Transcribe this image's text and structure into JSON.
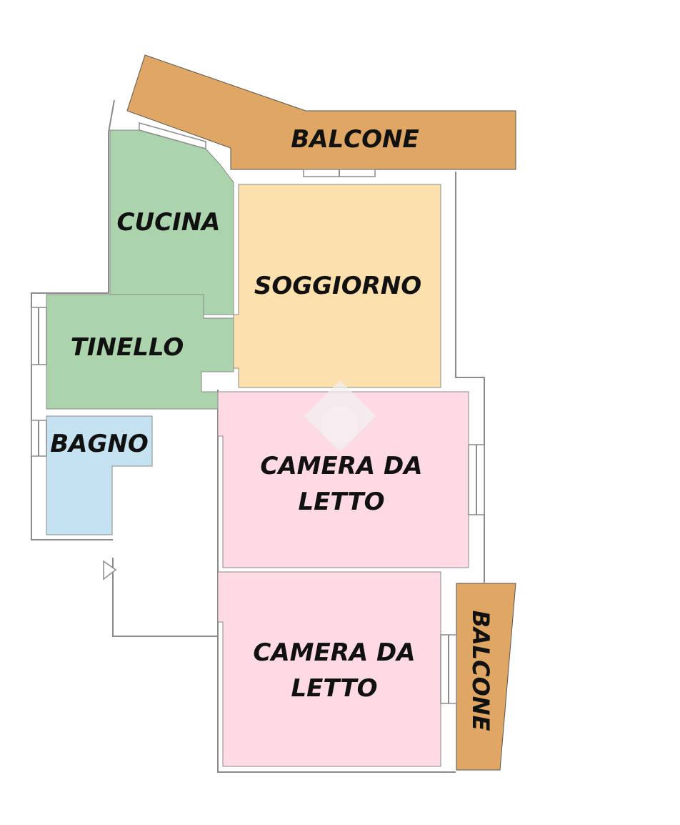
{
  "rooms": {
    "balcone_top": {
      "label": "BALCONE",
      "color": "#DFA763"
    },
    "cucina": {
      "label": "CUCINA",
      "color": "#ABD3AC"
    },
    "tinello": {
      "label": "TINELLO",
      "color": "#ABD3AC"
    },
    "soggiorno": {
      "label": "SOGGIORNO",
      "color": "#FCE1AE"
    },
    "bagno": {
      "label": "BAGNO",
      "color": "#C5E2F0"
    },
    "camera_1": {
      "label_line1": "CAMERA DA",
      "label_line2": "LETTO",
      "color": "#FDDAE4"
    },
    "camera_2": {
      "label_line1": "CAMERA DA",
      "label_line2": "LETTO",
      "color": "#FDDAE4"
    },
    "balcone_right": {
      "label": "BALCONE",
      "color": "#DFA763"
    }
  },
  "colors": {
    "walls": "#8a8a8a",
    "text": "#111111",
    "watermark": "#f2f2f2"
  },
  "icons": {
    "watermark": "house-watermark-icon",
    "entrance": "entrance-arrow-icon"
  }
}
